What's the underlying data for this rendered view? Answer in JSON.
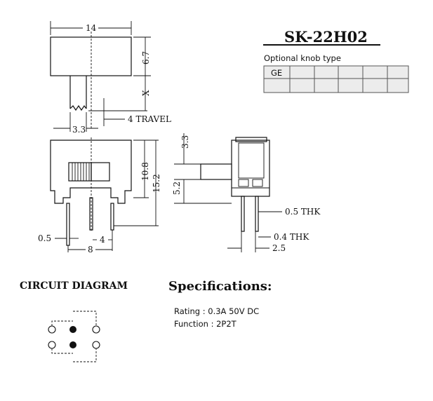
{
  "part_number": "SK-22H02",
  "knob_table": {
    "caption": "Optional knob type",
    "cells": [
      "GE",
      "",
      "",
      "",
      "",
      ""
    ]
  },
  "dimensions": {
    "width_top": "14",
    "height_top": "6.7",
    "shaft": "X",
    "travel": "4 TRAVEL",
    "knob_width": "3.3",
    "body_height": "10.8",
    "total_height": "15.2",
    "pin_width": "0.5",
    "pin_pitch": "4",
    "pin_span": "8",
    "side_knob": "3.3",
    "side_offset": "5.2",
    "thk_top": "0.5 THK",
    "thk_bottom": "0.4 THK",
    "side_pitch": "2.5"
  },
  "circuit": {
    "title": "CIRCUIT DIAGRAM"
  },
  "specs": {
    "title": "Specifications:",
    "rating": "Rating : 0.3A 50V DC",
    "function": "Function : 2P2T"
  }
}
